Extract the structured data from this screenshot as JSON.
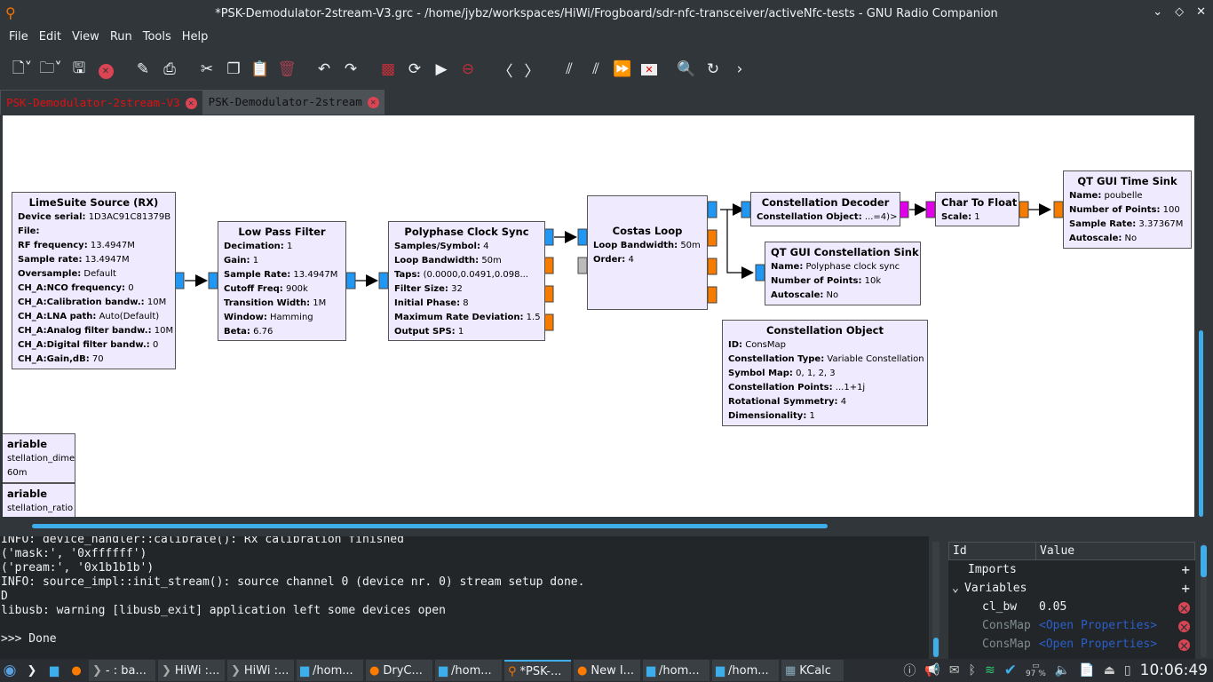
{
  "window": {
    "title": "*PSK-Demodulator-2stream-V3.grc - /home/jybz/workspaces/HiWi/Frogboard/sdr-nfc-transceiver/activeNfc-tests - GNU Radio Companion"
  },
  "menu": [
    "File",
    "Edit",
    "View",
    "Run",
    "Tools",
    "Help"
  ],
  "tabs": [
    {
      "label": "PSK-Demodulator-2stream-V3"
    },
    {
      "label": "PSK-Demodulator-2stream"
    }
  ],
  "blocks": [
    {
      "title": "LimeSuite Source (RX)",
      "params": [
        [
          "Device serial:",
          "1D3AC91C81379B"
        ],
        [
          "File:",
          ""
        ],
        [
          "RF frequency:",
          "13.4947M"
        ],
        [
          "Sample rate:",
          "13.4947M"
        ],
        [
          "Oversample:",
          "Default"
        ],
        [
          "CH_A:NCO frequency:",
          "0"
        ],
        [
          "CH_A:Calibration bandw.:",
          "10M"
        ],
        [
          "CH_A:LNA path:",
          "Auto(Default)"
        ],
        [
          "CH_A:Analog filter bandw.:",
          "10M"
        ],
        [
          "CH_A:Digital filter bandw.:",
          "0"
        ],
        [
          "CH_A:Gain,dB:",
          "70"
        ]
      ]
    },
    {
      "title": "Low Pass Filter",
      "params": [
        [
          "Decimation:",
          "1"
        ],
        [
          "Gain:",
          "1"
        ],
        [
          "Sample Rate:",
          "13.4947M"
        ],
        [
          "Cutoff Freq:",
          "900k"
        ],
        [
          "Transition Width:",
          "1M"
        ],
        [
          "Window:",
          "Hamming"
        ],
        [
          "Beta:",
          "6.76"
        ]
      ]
    },
    {
      "title": "Polyphase Clock Sync",
      "params": [
        [
          "Samples/Symbol:",
          "4"
        ],
        [
          "Loop Bandwidth:",
          "50m"
        ],
        [
          "Taps:",
          "(0.0000,0.0491,0.098..."
        ],
        [
          "Filter Size:",
          "32"
        ],
        [
          "Initial Phase:",
          "8"
        ],
        [
          "Maximum Rate Deviation:",
          "1.5"
        ],
        [
          "Output SPS:",
          "1"
        ]
      ]
    },
    {
      "title": "Costas Loop",
      "params": [
        [
          "Loop Bandwidth:",
          "50m"
        ],
        [
          "Order:",
          "4"
        ]
      ]
    },
    {
      "title": "Constellation Decoder",
      "params": [
        [
          "Constellation Object:",
          "...=4)>"
        ]
      ]
    },
    {
      "title": "Char To Float",
      "params": [
        [
          "Scale:",
          "1"
        ]
      ]
    },
    {
      "title": "QT GUI Time Sink",
      "params": [
        [
          "Name:",
          "poubelle"
        ],
        [
          "Number of Points:",
          "100"
        ],
        [
          "Sample Rate:",
          "3.37367M"
        ],
        [
          "Autoscale:",
          "No"
        ]
      ]
    },
    {
      "title": "QT GUI Constellation Sink",
      "params": [
        [
          "Name:",
          "Polyphase clock sync"
        ],
        [
          "Number of Points:",
          "10k"
        ],
        [
          "Autoscale:",
          "No"
        ]
      ]
    },
    {
      "title": "Constellation Object",
      "params": [
        [
          "ID:",
          "ConsMap"
        ],
        [
          "Constellation Type:",
          "Variable Constellation"
        ],
        [
          "Symbol Map:",
          "0, 1, 2, 3"
        ],
        [
          "Constellation Points:",
          "...1+1j"
        ],
        [
          "Rotational Symmetry:",
          "4"
        ],
        [
          "Dimensionality:",
          "1"
        ]
      ]
    },
    {
      "title": "ariable",
      "params": [
        [
          "",
          "stellation_dime"
        ],
        [
          "",
          "60m"
        ]
      ]
    },
    {
      "title": "ariable",
      "params": [
        [
          "",
          "stellation_ratio"
        ]
      ]
    }
  ],
  "console": {
    "lines": [
      "INFO: device_handler::calibrate(): Rx calibration finished",
      "('mask:', '0xffffff')",
      "('pream:', '0x1b1b1b')",
      "INFO: source_impl::init_stream(): source channel 0 (device nr. 0) stream setup done.",
      "D",
      "libusb: warning [libusb_exit] application left some devices open",
      "",
      ">>> Done"
    ]
  },
  "variables": {
    "col_id": "Id",
    "col_value": "Value",
    "imports": "Imports",
    "variables": "Variables",
    "rows": [
      {
        "id": "cl_bw",
        "value": "0.05"
      },
      {
        "id": "ConsMap",
        "value": "<Open Properties>"
      },
      {
        "id": "ConsMap",
        "value": "<Open Properties>"
      }
    ]
  },
  "taskbar": {
    "items": [
      "- : ba...",
      "HiWi :...",
      "HiWi :...",
      "/hom...",
      "DryC...",
      "/hom...",
      "*PSK-...",
      "New I...",
      "/hom...",
      "/hom...",
      "KCalc"
    ],
    "battery": "97 %",
    "clock": "10:06:49"
  }
}
